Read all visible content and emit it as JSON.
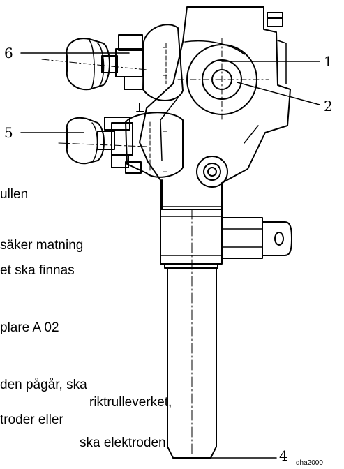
{
  "text_lines": [
    "ullen",
    "säker matning",
    "et ska finnas",
    "plare A 02",
    "den pågår, ska",
    "riktrulleverket,",
    "troder eller",
    "ska elektroden"
  ],
  "callouts": [
    "6",
    "5",
    "1",
    "2",
    "4"
  ],
  "drawing_code": "dha2000"
}
